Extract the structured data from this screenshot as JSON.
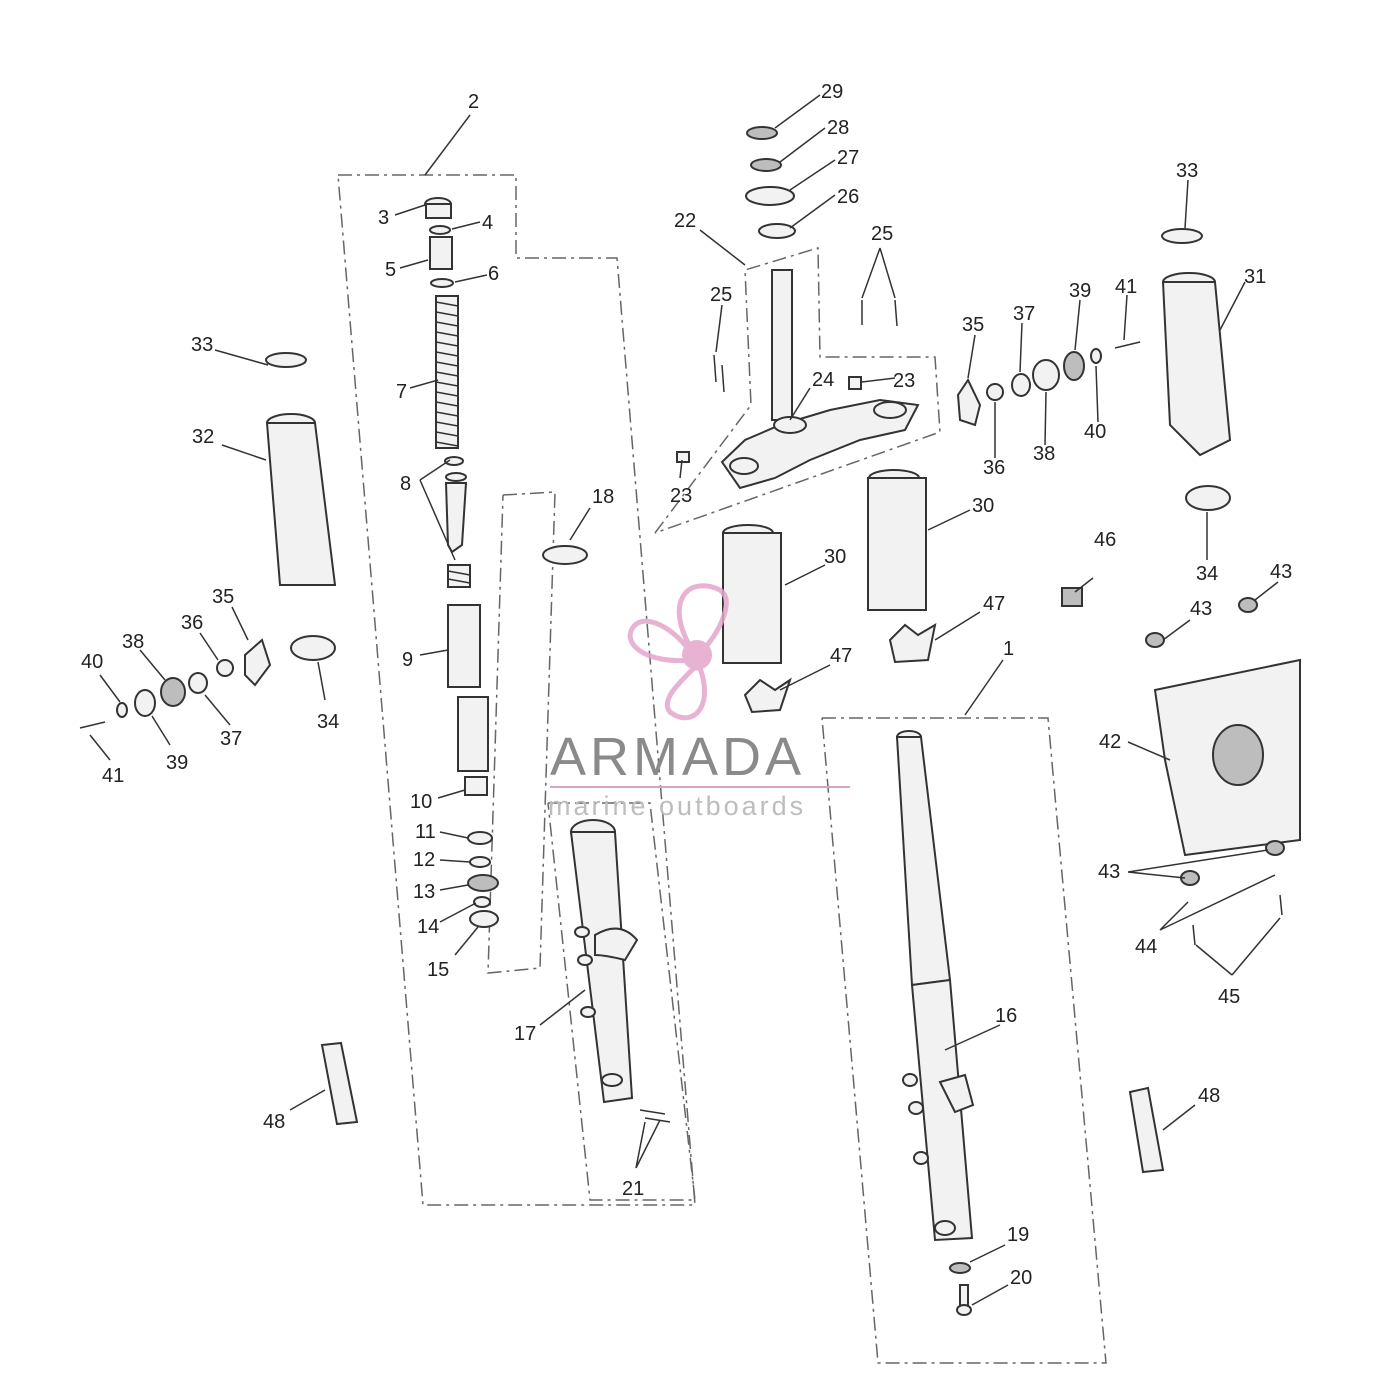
{
  "callouts": [
    "1",
    "2",
    "3",
    "4",
    "5",
    "6",
    "7",
    "8",
    "9",
    "10",
    "11",
    "12",
    "13",
    "14",
    "15",
    "16",
    "17",
    "18",
    "19",
    "20",
    "21",
    "22",
    "23",
    "24",
    "25",
    "26",
    "27",
    "28",
    "29",
    "30",
    "31",
    "32",
    "33",
    "34",
    "35",
    "36",
    "37",
    "38",
    "39",
    "40",
    "41",
    "42",
    "43",
    "44",
    "45",
    "46",
    "47",
    "48"
  ],
  "watermark": {
    "title": "ARMADA",
    "subtitle": "marine outboards",
    "logo_icon": "propeller-icon",
    "logo_color": "#e4a6cc"
  },
  "colors": {
    "line": "#333333",
    "fill": "#f2f2f2"
  }
}
